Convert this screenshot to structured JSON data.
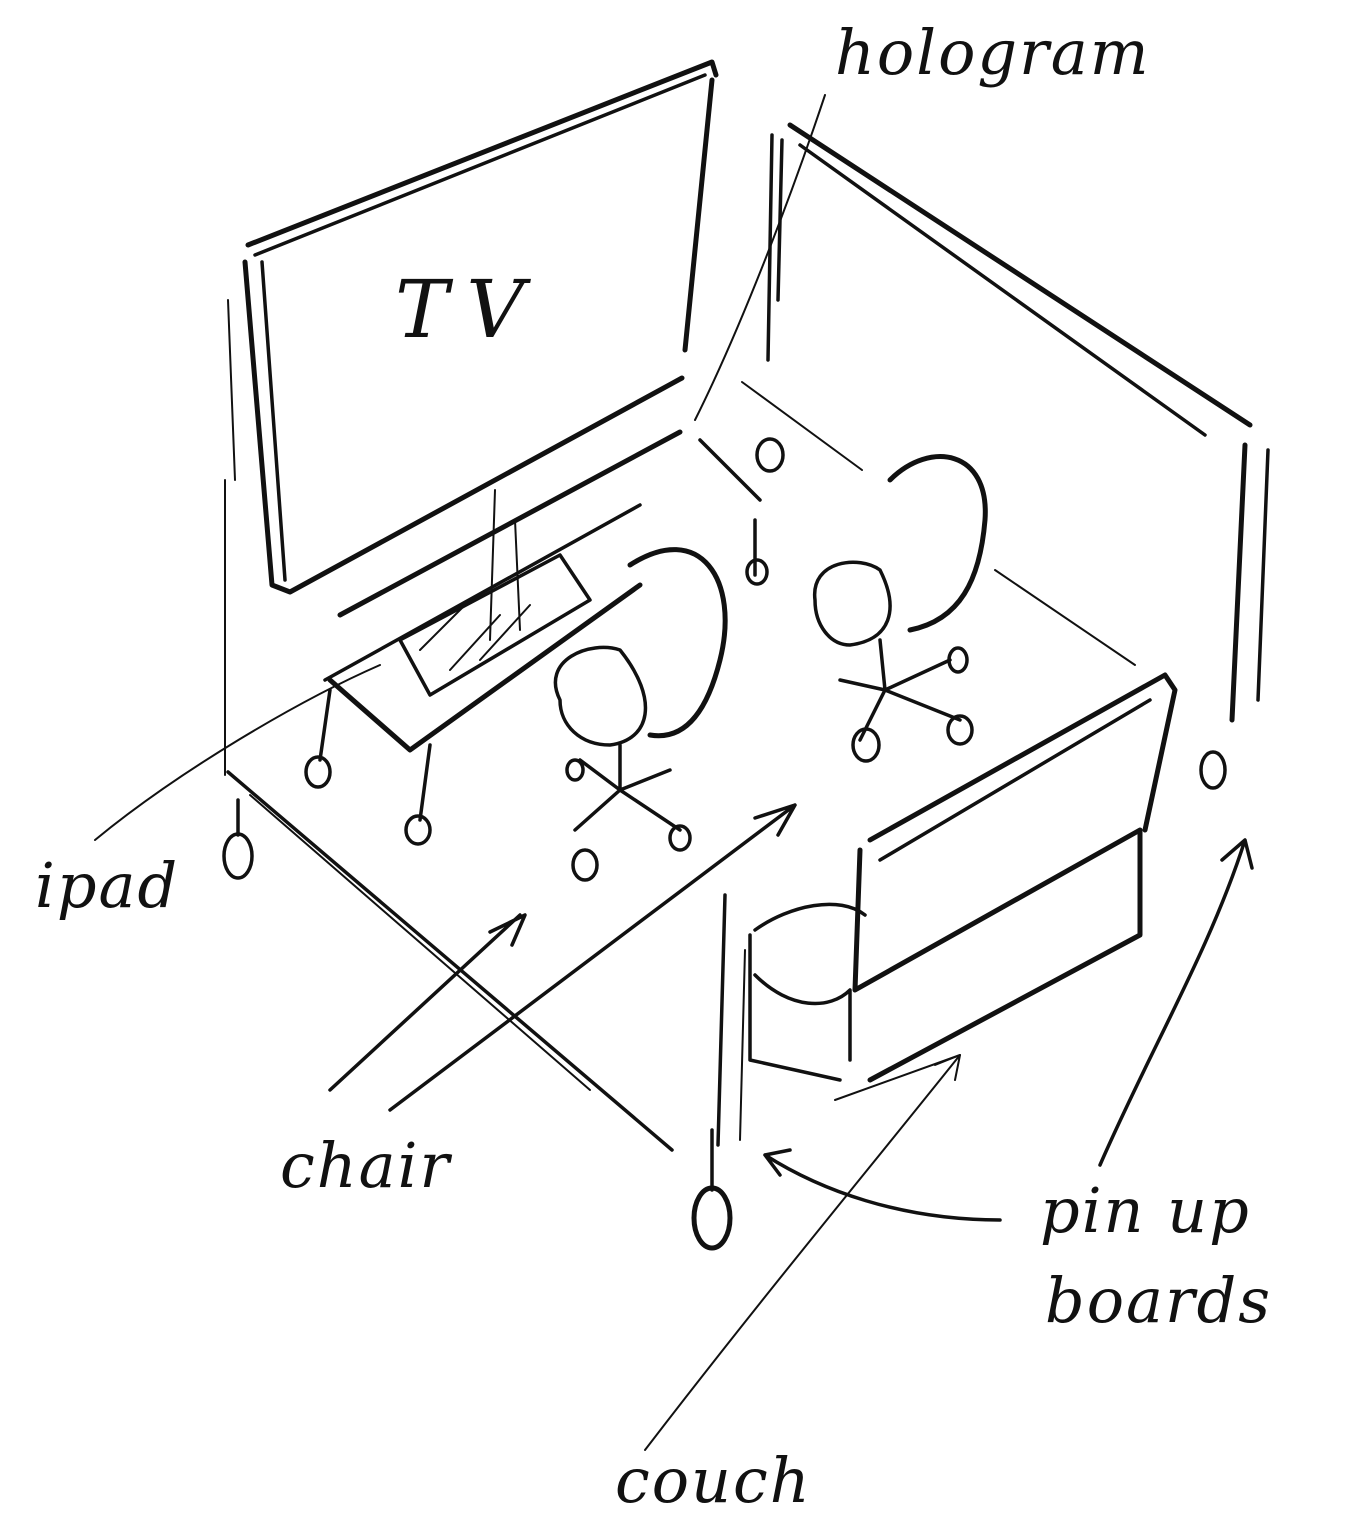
{
  "sketch": {
    "labels": {
      "tv": "TV",
      "hologram": "hologram",
      "ipad": "ipad",
      "chair": "chair",
      "pin_up_boards_line1": "pin up",
      "pin_up_boards_line2": "boards",
      "couch": "couch"
    },
    "ink_color": "#111111",
    "paper_color": "#ffffff"
  }
}
